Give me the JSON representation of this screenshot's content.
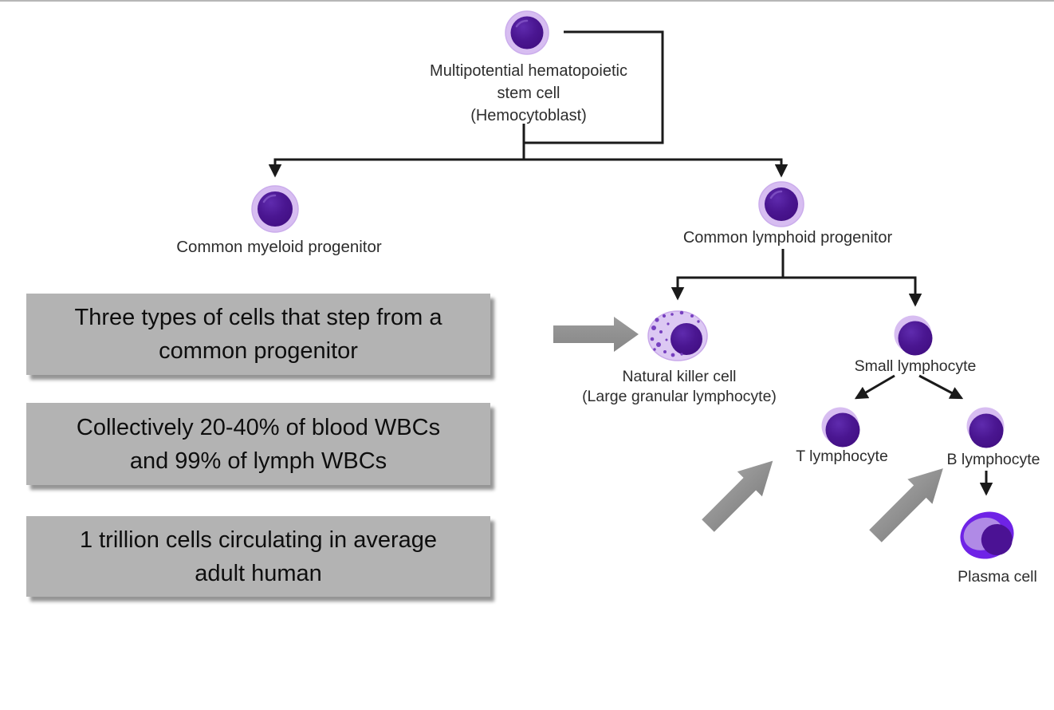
{
  "palette": {
    "cell_nucleus": "#4a1691",
    "cell_halo": "#d7bdf1",
    "nk_body": "#dcc8f3",
    "nk_granule": "#7740c0",
    "plasma_outer": "#6f23e6",
    "plasma_inner": "#b08ae6",
    "note_box_bg": "#b3b3b3",
    "pointer_arrow_gray": "#8f8f8f",
    "connector_black": "#1a1a1a"
  },
  "diagram": {
    "root": {
      "line1": "Multipotential hematopoietic",
      "line2": "stem cell",
      "line3": "(Hemocytoblast)"
    },
    "myeloid": {
      "label": "Common myeloid progenitor"
    },
    "lymphoid": {
      "label": "Common lymphoid progenitor"
    },
    "nk": {
      "line1": "Natural killer cell",
      "line2": "(Large granular lymphocyte)"
    },
    "small_lymphocyte": {
      "label": "Small lymphocyte"
    },
    "t_lymphocyte": {
      "label": "T lymphocyte"
    },
    "b_lymphocyte": {
      "label": "B lymphocyte"
    },
    "plasma": {
      "label": "Plasma cell"
    }
  },
  "notes": [
    {
      "line1": "Three types of cells that step from a",
      "line2": "common progenitor"
    },
    {
      "line1": "Collectively 20-40% of blood WBCs",
      "line2": "and 99% of lymph WBCs"
    },
    {
      "line1": "1 trillion cells circulating in average",
      "line2": "adult human"
    }
  ]
}
